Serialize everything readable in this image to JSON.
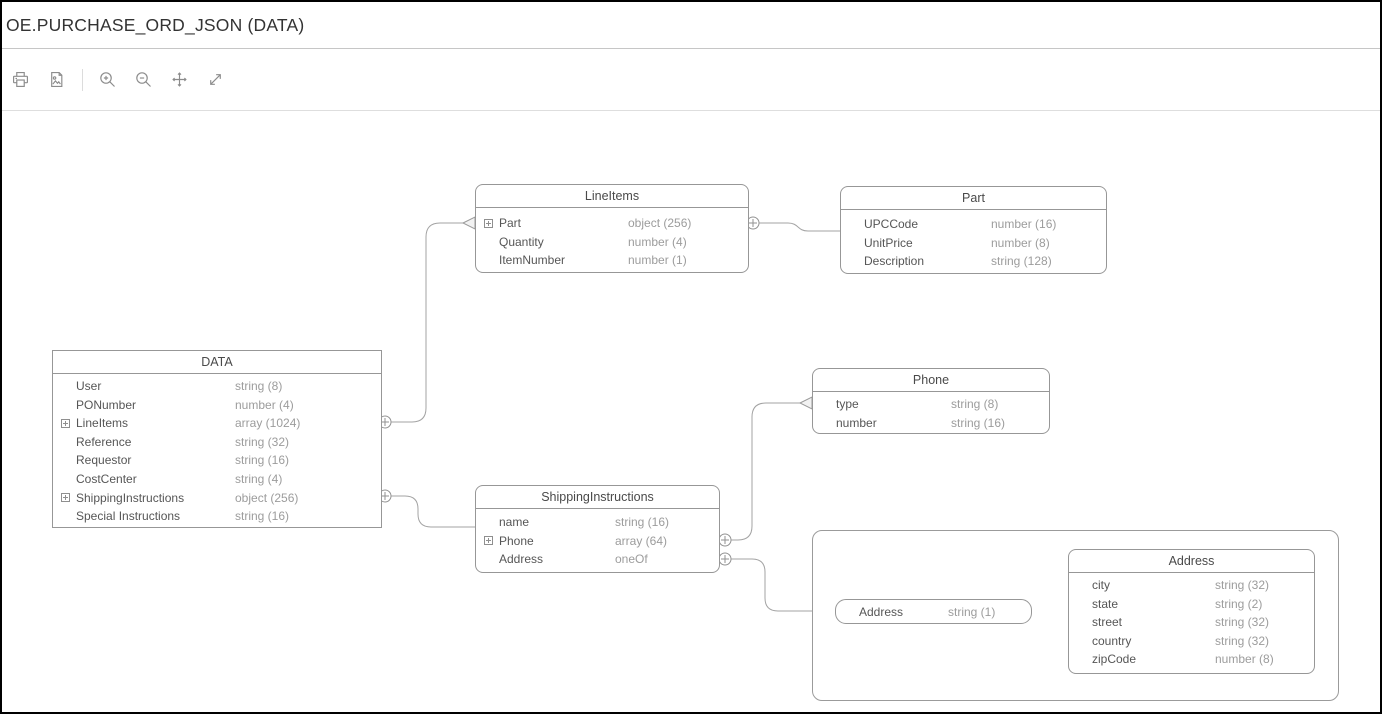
{
  "header": {
    "title": "OE.PURCHASE_ORD_JSON (DATA)"
  },
  "toolbar": {
    "buttons": [
      {
        "name": "print",
        "icon": "printer-icon"
      },
      {
        "name": "export-image",
        "icon": "export-image-icon"
      },
      {
        "name": "zoom-in",
        "icon": "zoom-in-icon"
      },
      {
        "name": "zoom-out",
        "icon": "zoom-out-icon"
      },
      {
        "name": "pan",
        "icon": "pan-move-icon"
      },
      {
        "name": "fit",
        "icon": "fit-expand-icon"
      }
    ]
  },
  "diagram": {
    "tables": [
      {
        "id": "data",
        "title": "DATA",
        "rows": [
          {
            "name": "User",
            "type": "string (8)"
          },
          {
            "name": "PONumber",
            "type": "number (4)"
          },
          {
            "name": "LineItems",
            "type": "array (1024)",
            "expandable": true
          },
          {
            "name": "Reference",
            "type": "string (32)"
          },
          {
            "name": "Requestor",
            "type": "string (16)"
          },
          {
            "name": "CostCenter",
            "type": "string (4)"
          },
          {
            "name": "ShippingInstructions",
            "type": "object (256)",
            "expandable": true
          },
          {
            "name": "Special Instructions",
            "type": "string (16)"
          }
        ]
      },
      {
        "id": "lineitems",
        "title": "LineItems",
        "rows": [
          {
            "name": "Part",
            "type": "object (256)",
            "expandable": true
          },
          {
            "name": "Quantity",
            "type": "number (4)"
          },
          {
            "name": "ItemNumber",
            "type": "number (1)"
          }
        ]
      },
      {
        "id": "part",
        "title": "Part",
        "rows": [
          {
            "name": "UPCCode",
            "type": "number (16)"
          },
          {
            "name": "UnitPrice",
            "type": "number (8)"
          },
          {
            "name": "Description",
            "type": "string (128)"
          }
        ]
      },
      {
        "id": "phone",
        "title": "Phone",
        "rows": [
          {
            "name": "type",
            "type": "string (8)"
          },
          {
            "name": "number",
            "type": "string (16)"
          }
        ]
      },
      {
        "id": "shippinginstructions",
        "title": "ShippingInstructions",
        "rows": [
          {
            "name": "name",
            "type": "string (16)"
          },
          {
            "name": "Phone",
            "type": "array (64)",
            "expandable": true
          },
          {
            "name": "Address",
            "type": "oneOf"
          }
        ]
      },
      {
        "id": "address",
        "title": "Address",
        "rows": [
          {
            "name": "city",
            "type": "string (32)"
          },
          {
            "name": "state",
            "type": "string (2)"
          },
          {
            "name": "street",
            "type": "string (32)"
          },
          {
            "name": "country",
            "type": "string (32)"
          },
          {
            "name": "zipCode",
            "type": "number (8)"
          }
        ]
      },
      {
        "id": "address-oneof-scalar",
        "title": null,
        "rows": [
          {
            "name": "Address",
            "type": "string (1)"
          }
        ]
      }
    ],
    "relationships": [
      {
        "from": "DATA.LineItems",
        "to": "LineItems"
      },
      {
        "from": "LineItems.Part",
        "to": "Part"
      },
      {
        "from": "DATA.ShippingInstructions",
        "to": "ShippingInstructions"
      },
      {
        "from": "ShippingInstructions.Phone",
        "to": "Phone"
      },
      {
        "from": "ShippingInstructions.Address",
        "to": "Address oneOf group"
      }
    ],
    "colors": {
      "border": "#979797",
      "header_text": "#4a4a4a",
      "field_text": "#565656",
      "type_text": "#9c9c9c",
      "connector": "#a3a3a3",
      "background": "#ffffff"
    }
  }
}
